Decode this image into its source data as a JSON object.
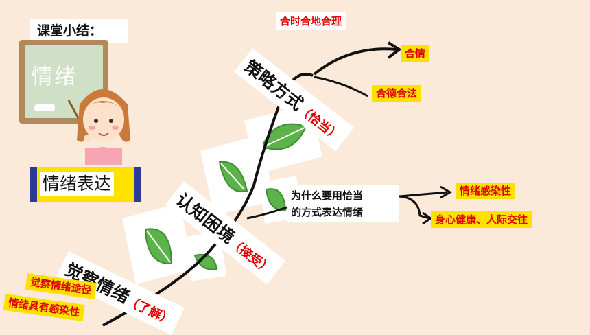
{
  "slide": {
    "title": "课堂小结：",
    "blackboard_text": "情绪",
    "topic_box": "情绪表达"
  },
  "branches": {
    "strategy": {
      "main": "策略方式",
      "sub": "（恰当）"
    },
    "cognition": {
      "main": "认知困境",
      "sub": "（接受）"
    },
    "awareness": {
      "main": "觉察情绪",
      "sub": "（了解）"
    }
  },
  "tags": {
    "strategy": [
      "合时合地合理",
      "合情",
      "合德合法"
    ],
    "why": [
      "为什么要用恰当",
      "的方式表达情绪"
    ],
    "why_results": [
      "情绪感染性",
      "身心健康、人际交往"
    ],
    "awareness": [
      "觉察情绪途径",
      "情绪具有感染性"
    ]
  },
  "colors": {
    "background": "#fbe9d9",
    "accent_red": "#e00000",
    "highlight_yellow": "#ffe100",
    "border_blue": "#2e3a9a",
    "leaf_green": "#5cb34a"
  }
}
